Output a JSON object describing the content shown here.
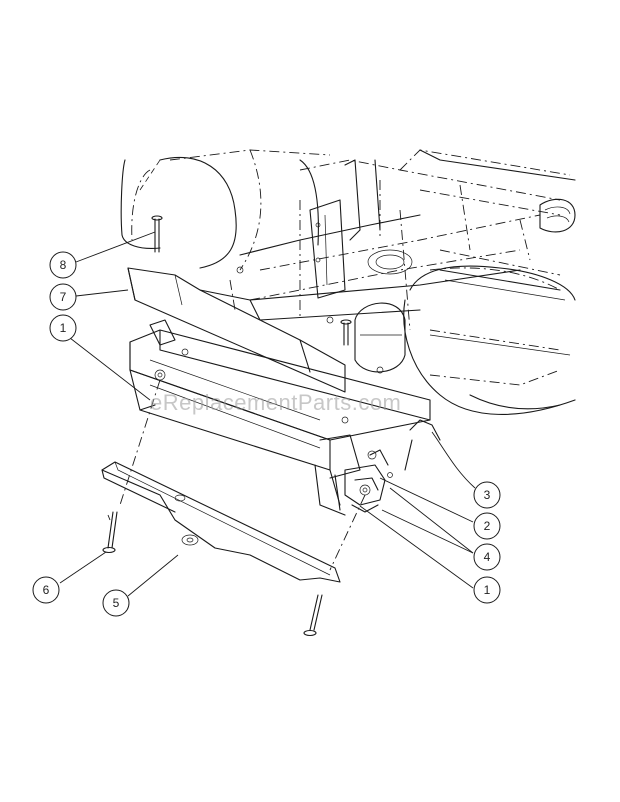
{
  "watermark": "eReplacementParts.com",
  "callouts": [
    {
      "id": "c-8",
      "label": "8"
    },
    {
      "id": "c-7",
      "label": "7"
    },
    {
      "id": "c-1a",
      "label": "1"
    },
    {
      "id": "c-3",
      "label": "3"
    },
    {
      "id": "c-2",
      "label": "2"
    },
    {
      "id": "c-4",
      "label": "4"
    },
    {
      "id": "c-1b",
      "label": "1"
    },
    {
      "id": "c-6",
      "label": "6"
    },
    {
      "id": "c-5",
      "label": "5"
    }
  ]
}
